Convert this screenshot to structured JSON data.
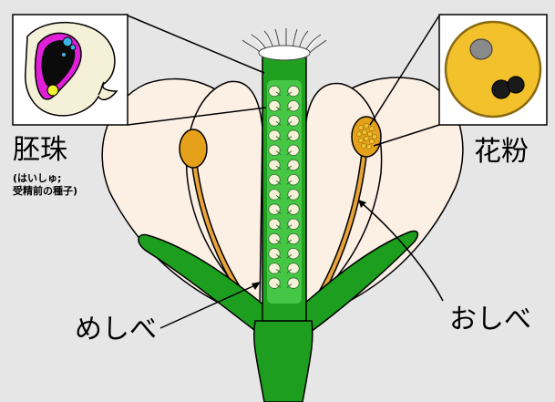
{
  "labels": {
    "ovule": "胚珠",
    "ovule_note_line1": "(はいしゅ;",
    "ovule_note_line2": "受精前の種子)",
    "pollen": "花粉",
    "pistil": "めしべ",
    "stamen": "おしべ"
  },
  "colors": {
    "background": "#e6e6e6",
    "petal": "#fcefe4",
    "sepal_green": "#1e9e1e",
    "pistil_green": "#1fa01f",
    "ovary_bright": "#45c745",
    "anther_orange": "#e6a11a",
    "filament_orange": "#e8a43a",
    "pollen_yellow": "#f2c12b",
    "ovule_cream": "#f5f0d8",
    "embryo_sac_magenta": "#e020d8",
    "outline": "#000000"
  },
  "ovule_count_per_column": 14
}
